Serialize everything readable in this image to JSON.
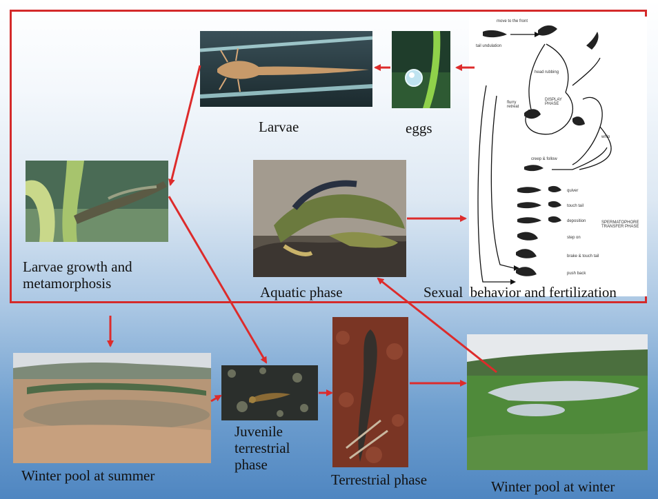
{
  "colors": {
    "frame": "#d42a2a",
    "arrow": "#dd2b2b",
    "bg_top": "#ffffff",
    "bg_bottom": "#4f86c1"
  },
  "labels": {
    "larvae": "Larvae",
    "eggs": "eggs",
    "growth": "Larvae growth and metamorphosis",
    "aquatic": "Aquatic phase",
    "sexual": "Sexual  behavior and fertilization",
    "summer": "Winter pool at summer",
    "juvenile": "Juvenile terrestrial phase",
    "terrestrial": "Terrestrial phase",
    "winter": "Winter pool at winter"
  },
  "courtship_diagram": {
    "top": "move to the front",
    "tail_und": "tail undulation",
    "head_rubbing": "head rubbing",
    "display": "DISPLAY PHASE",
    "retreat": "flurry retreat",
    "whip": "whip",
    "creep": "creep & follow",
    "quiver": "quiver",
    "touch_tail": "touch tail",
    "deposition": "deposition",
    "step_on": "step on",
    "brake": "brake & touch tail",
    "push_back": "push back",
    "transfer": "SPERMATOPHORE TRANSFER PHASE"
  }
}
